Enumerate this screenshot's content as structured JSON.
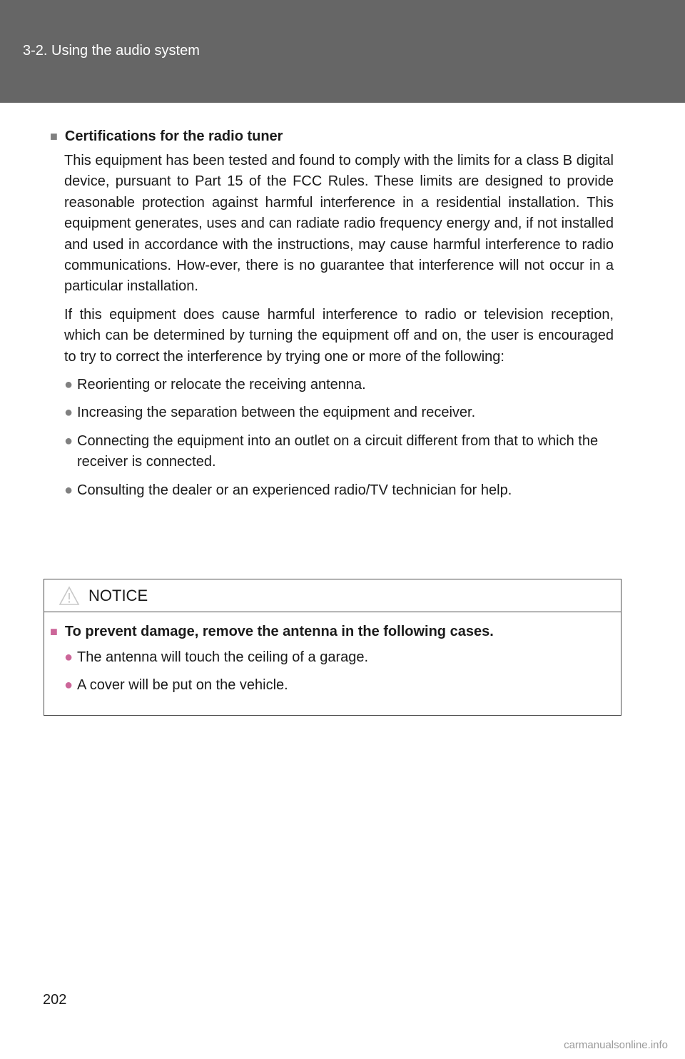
{
  "header": {
    "section": "3-2. Using the audio system"
  },
  "section": {
    "heading": "Certifications for the radio tuner",
    "paragraphs": [
      "This equipment has been tested and found to comply with the limits for a class B digital device, pursuant to Part 15 of the FCC Rules. These limits are designed to provide reasonable protection against harmful interference in a residential installation. This equipment generates, uses and can radiate radio frequency energy and, if not installed and used in accordance with the instructions, may cause harmful interference to radio communications. How-ever, there is no guarantee that interference will not occur in a particular installation.",
      "If this equipment does cause harmful interference to radio or television reception, which can be determined by turning the equipment off and on, the user is encouraged to try to correct the interference by trying one or more of the following:"
    ],
    "bullets": [
      "Reorienting or relocate the receiving antenna.",
      "Increasing the separation between the equipment and receiver.",
      "Connecting the equipment into an outlet on a circuit different from that to which the receiver is connected.",
      "Consulting the dealer or an experienced radio/TV technician for help."
    ]
  },
  "notice": {
    "title": "NOTICE",
    "heading": "To prevent damage, remove the antenna in the following cases.",
    "bullets": [
      "The antenna will touch the ceiling of a garage.",
      "A cover will be put on the vehicle."
    ]
  },
  "footer": {
    "page_number": "202",
    "watermark": "carmanualsonline.info"
  },
  "colors": {
    "header_band": "#666666",
    "bullet_gray": "#808080",
    "notice_accent": "#cc6699"
  },
  "icons": {
    "square_bullet": "square-bullet-icon",
    "round_bullet": "round-bullet-icon",
    "warning": "warning-triangle-icon"
  }
}
